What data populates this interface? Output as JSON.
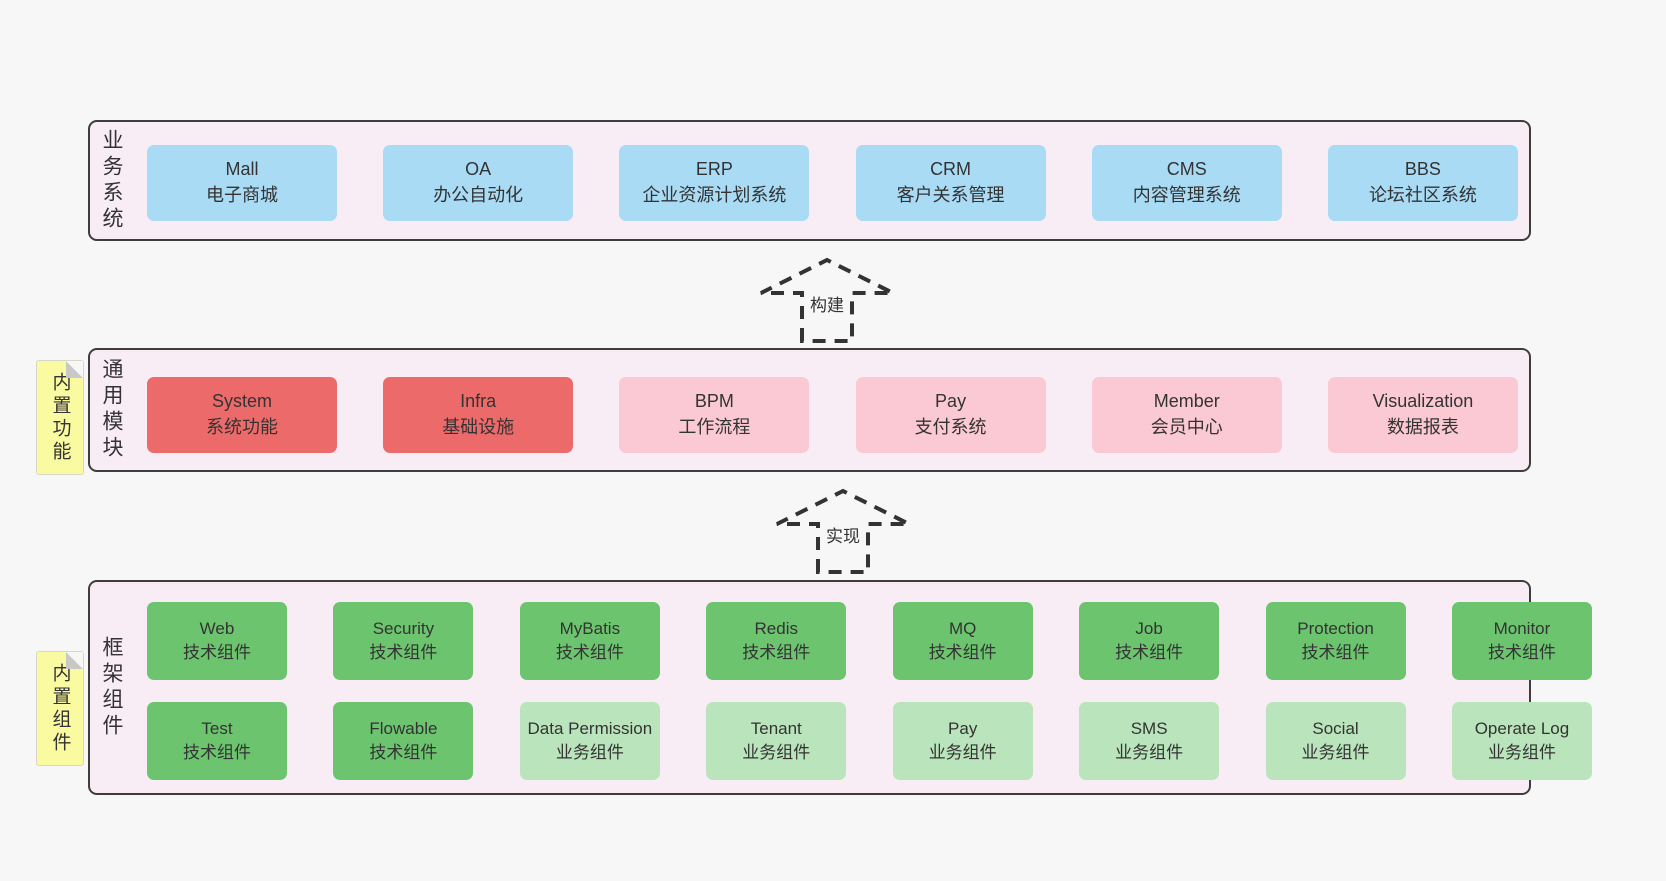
{
  "colors": {
    "page-bg": "#f7f7f7",
    "band-bg": "#f8edf5",
    "band-border": "#3d3d3d",
    "blue": "#a9dbf5",
    "red": "#ed6a6a",
    "pink": "#fac9d3",
    "green": "#6cc46e",
    "lightgreen": "#bae4bb",
    "sticky": "#fafaa0",
    "sticky-fold": "#c8c8c8",
    "text": "#333333"
  },
  "arrows": [
    {
      "label": "构建"
    },
    {
      "label": "实现"
    }
  ],
  "bands": [
    {
      "label": "业务系统",
      "boxes": [
        {
          "title": "Mall",
          "subtitle": "电子商城"
        },
        {
          "title": "OA",
          "subtitle": "办公自动化"
        },
        {
          "title": "ERP",
          "subtitle": "企业资源计划系统"
        },
        {
          "title": "CRM",
          "subtitle": "客户关系管理"
        },
        {
          "title": "CMS",
          "subtitle": "内容管理系统"
        },
        {
          "title": "BBS",
          "subtitle": "论坛社区系统"
        }
      ]
    },
    {
      "label": "通用模块",
      "sticky": "内置功能",
      "boxes": [
        {
          "title": "System",
          "subtitle": "系统功能"
        },
        {
          "title": "Infra",
          "subtitle": "基础设施"
        },
        {
          "title": "BPM",
          "subtitle": "工作流程"
        },
        {
          "title": "Pay",
          "subtitle": "支付系统"
        },
        {
          "title": "Member",
          "subtitle": "会员中心"
        },
        {
          "title": "Visualization",
          "subtitle": "数据报表"
        }
      ]
    },
    {
      "label": "框架组件",
      "sticky": "内置组件",
      "rows": [
        [
          {
            "title": "Web",
            "subtitle": "技术组件"
          },
          {
            "title": "Security",
            "subtitle": "技术组件"
          },
          {
            "title": "MyBatis",
            "subtitle": "技术组件"
          },
          {
            "title": "Redis",
            "subtitle": "技术组件"
          },
          {
            "title": "MQ",
            "subtitle": "技术组件"
          },
          {
            "title": "Job",
            "subtitle": "技术组件"
          },
          {
            "title": "Protection",
            "subtitle": "技术组件"
          },
          {
            "title": "Monitor",
            "subtitle": "技术组件"
          }
        ],
        [
          {
            "title": "Test",
            "subtitle": "技术组件"
          },
          {
            "title": "Flowable",
            "subtitle": "技术组件"
          },
          {
            "title": "Data Permission",
            "subtitle": "业务组件"
          },
          {
            "title": "Tenant",
            "subtitle": "业务组件"
          },
          {
            "title": "Pay",
            "subtitle": "业务组件"
          },
          {
            "title": "SMS",
            "subtitle": "业务组件"
          },
          {
            "title": "Social",
            "subtitle": "业务组件"
          },
          {
            "title": "Operate Log",
            "subtitle": "业务组件"
          }
        ]
      ]
    }
  ]
}
